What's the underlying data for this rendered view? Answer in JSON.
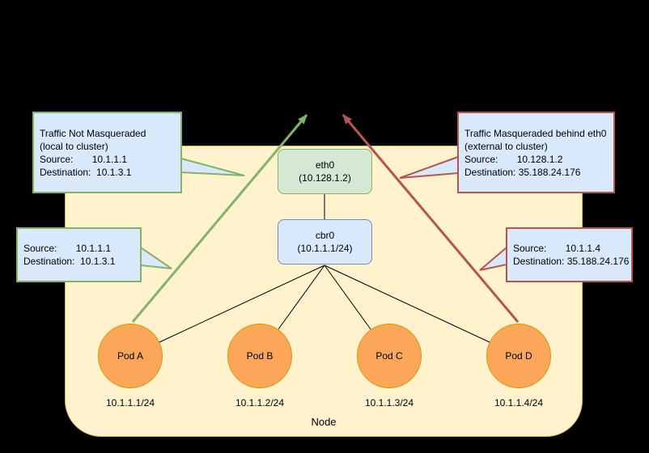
{
  "node": {
    "label": "Node"
  },
  "eth0": {
    "line1": "eth0",
    "line2": "(10.128.1.2)"
  },
  "cbr0": {
    "line1": "cbr0",
    "line2": "(10.1.1.1/24)"
  },
  "pods": [
    {
      "label": "Pod A",
      "ip": "10.1.1.1/24"
    },
    {
      "label": "Pod B",
      "ip": "10.1.1.2/24"
    },
    {
      "label": "Pod C",
      "ip": "10.1.1.3/24"
    },
    {
      "label": "Pod D",
      "ip": "10.1.1.4/24"
    }
  ],
  "callouts": {
    "top_left": {
      "lines": [
        "Traffic Not Masqueraded",
        "(local to cluster)",
        "Source:       10.1.1.1",
        "Destination:  10.1.3.1"
      ]
    },
    "mid_left": {
      "lines": [
        "Source:       10.1.1.1",
        "Destination:  10.1.3.1"
      ]
    },
    "top_right": {
      "lines": [
        "Traffic Masqueraded behind eth0",
        "(external to cluster)",
        "Source:       10.128.1.2",
        "Destination: 35.188.24.176"
      ]
    },
    "mid_right": {
      "lines": [
        "Source:       10.1.1.4",
        "Destination: 35.188.24.176"
      ]
    }
  },
  "colors": {
    "background": "#000000",
    "node_fill": "#FFF2CC",
    "node_border": "#D6B656",
    "eth0_fill": "#D5E8D4",
    "green_accent": "#82B366",
    "cbr0_fill": "#DAE8FC",
    "blue_border": "#6C8EBF",
    "pod_fill": "#FCA65A",
    "pod_border": "#D79B00",
    "red_accent": "#B85450"
  }
}
